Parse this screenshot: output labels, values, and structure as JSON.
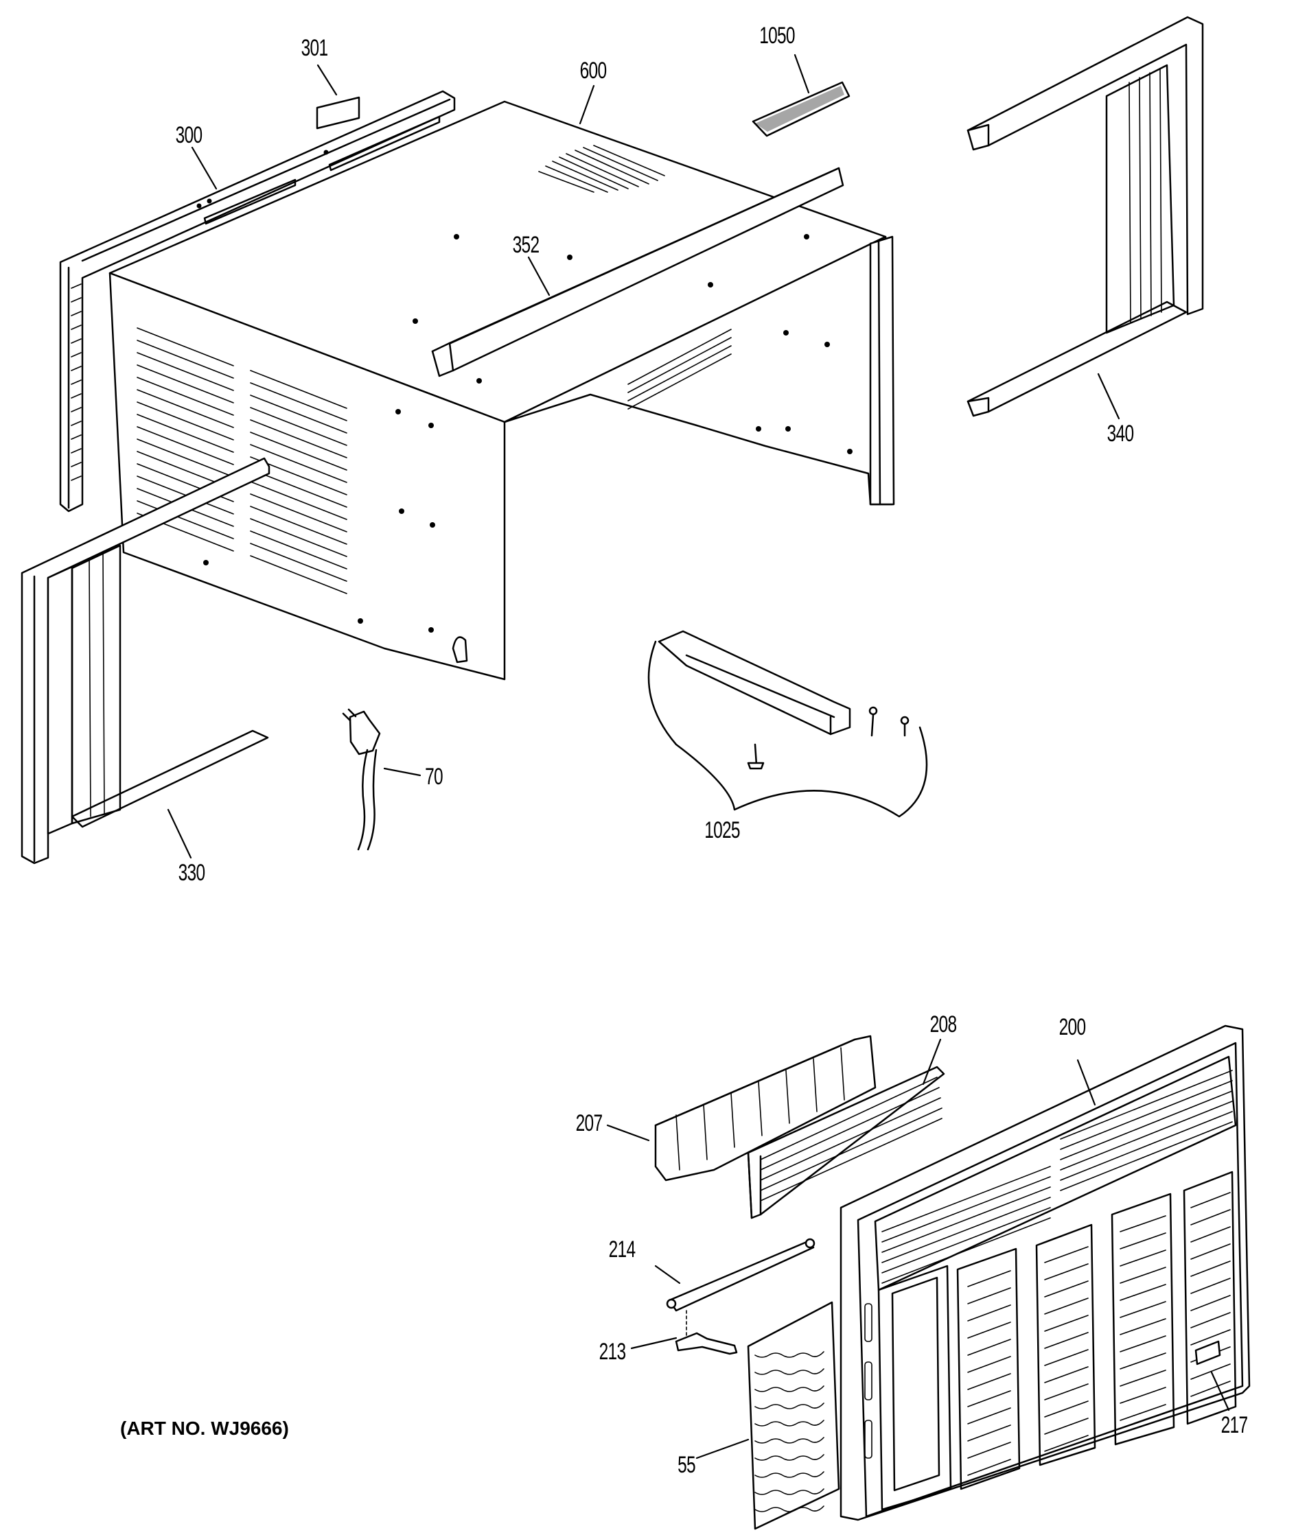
{
  "diagram": {
    "parts": [
      {
        "id": "p301",
        "number": "301"
      },
      {
        "id": "p300",
        "number": "300"
      },
      {
        "id": "p600",
        "number": "600"
      },
      {
        "id": "p1050",
        "number": "1050"
      },
      {
        "id": "p352",
        "number": "352"
      },
      {
        "id": "p340",
        "number": "340"
      },
      {
        "id": "p330",
        "number": "330"
      },
      {
        "id": "p70",
        "number": "70"
      },
      {
        "id": "p1025",
        "number": "1025"
      },
      {
        "id": "p208",
        "number": "208"
      },
      {
        "id": "p200",
        "number": "200"
      },
      {
        "id": "p207",
        "number": "207"
      },
      {
        "id": "p214",
        "number": "214"
      },
      {
        "id": "p213",
        "number": "213"
      },
      {
        "id": "p55",
        "number": "55"
      },
      {
        "id": "p217",
        "number": "217"
      }
    ],
    "art_number": "(ART NO. WJ9666)"
  }
}
